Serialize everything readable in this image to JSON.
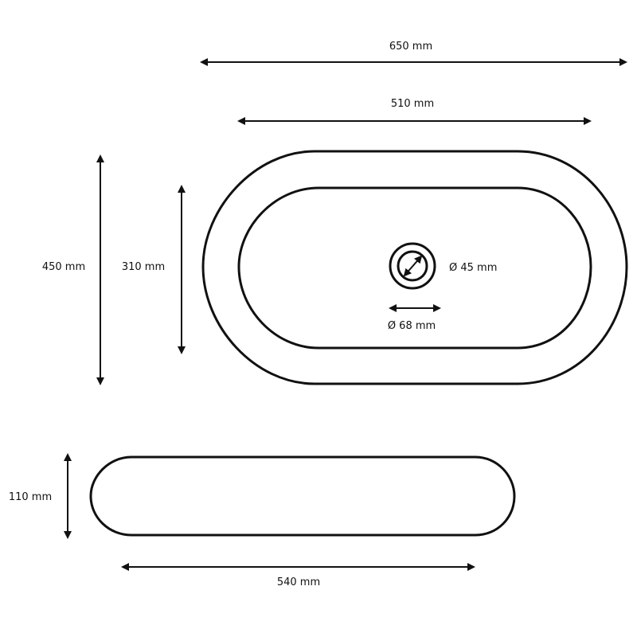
{
  "dimensions": {
    "top_width_outer": "650 mm",
    "top_width_inner": "510 mm",
    "depth_outer": "450 mm",
    "depth_inner": "310 mm",
    "drain_inner": "Ø 45 mm",
    "drain_outer": "Ø 68 mm",
    "height": "110 mm",
    "side_length": "540 mm"
  },
  "colors": {
    "stroke": "#111111",
    "background": "#ffffff"
  }
}
